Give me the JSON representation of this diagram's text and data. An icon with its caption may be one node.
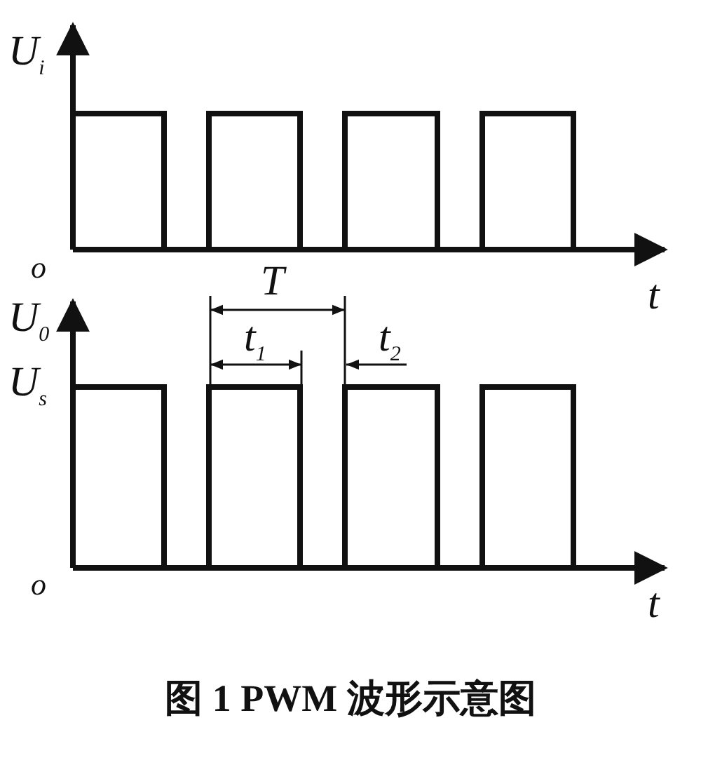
{
  "diagram": {
    "caption": "图 1 PWM 波形示意图",
    "labels": [
      "U$_{i}$",
      "o",
      "T",
      "t",
      "U$_{0}$",
      "t$_{1}$",
      "t$_{2}$",
      "U$_{s}$",
      "o",
      "t"
    ]
  }
}
